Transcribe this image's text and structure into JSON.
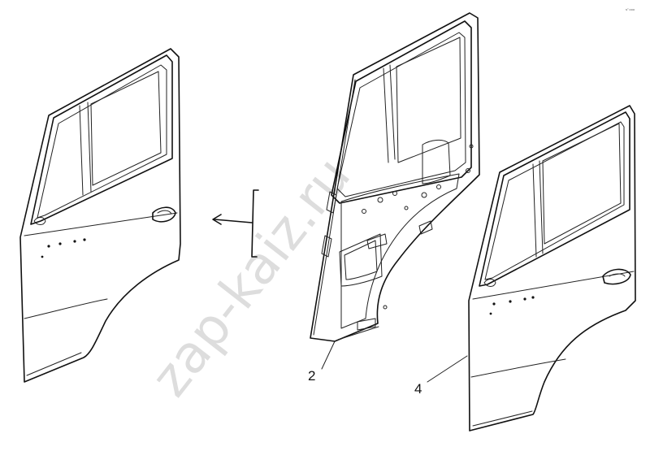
{
  "corner_mark": "s° ooo",
  "watermark": "zap-kaiz.ru",
  "callouts": [
    {
      "id": "door-frame",
      "label": "2"
    },
    {
      "id": "outer-door-skin",
      "label": "4"
    }
  ],
  "colors": {
    "line": "#111111",
    "background": "#ffffff",
    "watermark": "#000000"
  }
}
